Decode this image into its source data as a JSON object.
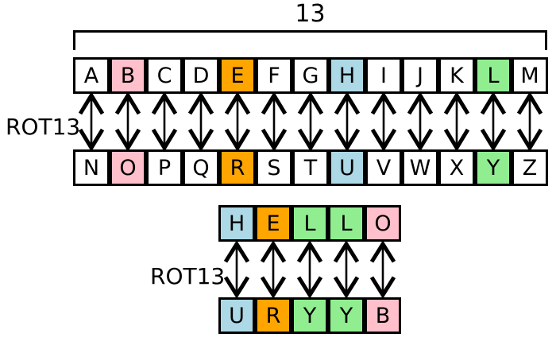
{
  "colors": {
    "pink": "#FFC0CB",
    "orange": "#FFA500",
    "blue": "#ADD8E6",
    "green": "#90EE90",
    "white": "#FFFFFF",
    "line": "#000000"
  },
  "top_section": {
    "bracket_label": "13",
    "rot13_label": "ROT13",
    "top_row": [
      {
        "letter": "A",
        "color": "white"
      },
      {
        "letter": "B",
        "color": "pink"
      },
      {
        "letter": "C",
        "color": "white"
      },
      {
        "letter": "D",
        "color": "white"
      },
      {
        "letter": "E",
        "color": "orange"
      },
      {
        "letter": "F",
        "color": "white"
      },
      {
        "letter": "G",
        "color": "white"
      },
      {
        "letter": "H",
        "color": "blue"
      },
      {
        "letter": "I",
        "color": "white"
      },
      {
        "letter": "J",
        "color": "white"
      },
      {
        "letter": "K",
        "color": "white"
      },
      {
        "letter": "L",
        "color": "green"
      },
      {
        "letter": "M",
        "color": "white"
      }
    ],
    "bottom_row": [
      {
        "letter": "N",
        "color": "white"
      },
      {
        "letter": "O",
        "color": "pink"
      },
      {
        "letter": "P",
        "color": "white"
      },
      {
        "letter": "Q",
        "color": "white"
      },
      {
        "letter": "R",
        "color": "orange"
      },
      {
        "letter": "S",
        "color": "white"
      },
      {
        "letter": "T",
        "color": "white"
      },
      {
        "letter": "U",
        "color": "blue"
      },
      {
        "letter": "V",
        "color": "white"
      },
      {
        "letter": "W",
        "color": "white"
      },
      {
        "letter": "X",
        "color": "white"
      },
      {
        "letter": "Y",
        "color": "green"
      },
      {
        "letter": "Z",
        "color": "white"
      }
    ]
  },
  "example_section": {
    "rot13_label": "ROT13",
    "plaintext_row": [
      {
        "letter": "H",
        "color": "blue"
      },
      {
        "letter": "E",
        "color": "orange"
      },
      {
        "letter": "L",
        "color": "green"
      },
      {
        "letter": "L",
        "color": "green"
      },
      {
        "letter": "O",
        "color": "pink"
      }
    ],
    "ciphertext_row": [
      {
        "letter": "U",
        "color": "blue"
      },
      {
        "letter": "R",
        "color": "orange"
      },
      {
        "letter": "Y",
        "color": "green"
      },
      {
        "letter": "Y",
        "color": "green"
      },
      {
        "letter": "B",
        "color": "pink"
      }
    ]
  }
}
